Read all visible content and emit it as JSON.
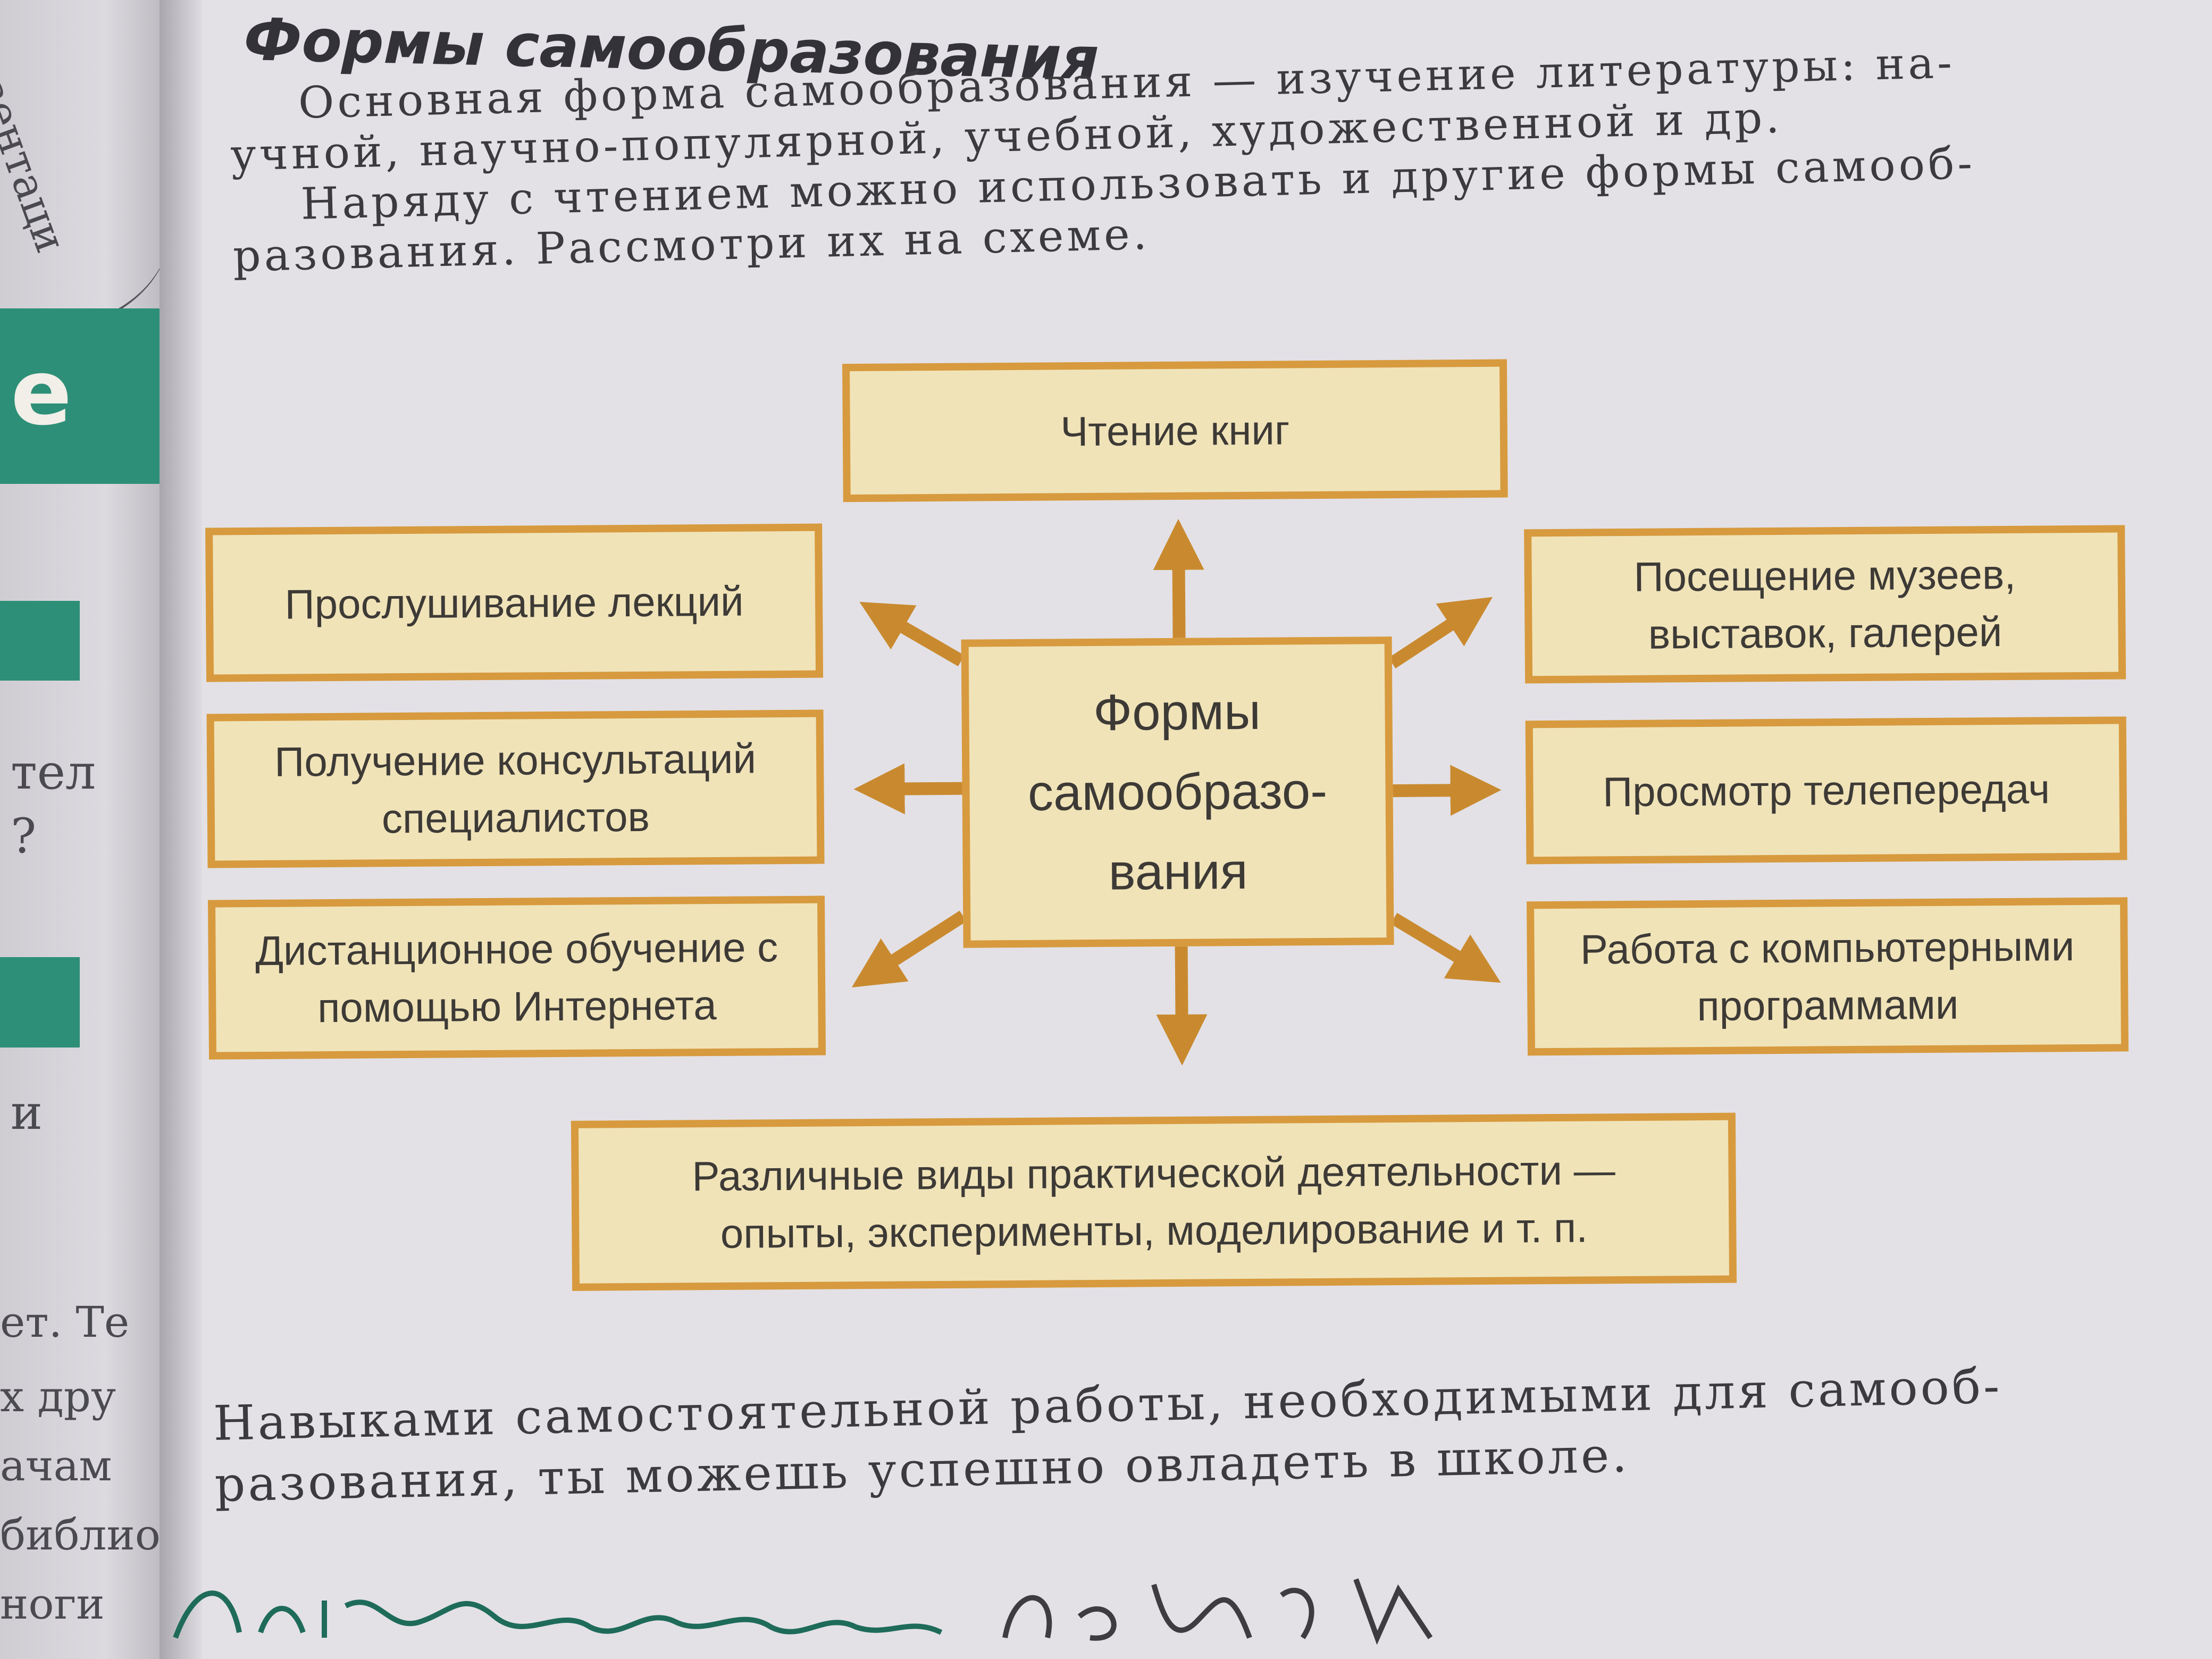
{
  "page": {
    "title": "Формы самообразования",
    "intro_lines": [
      "Основная форма самообразования — изучение литературы: на-",
      "учной, научно-популярной, учебной, художественной и др.",
      "Наряду с чтением можно использовать и другие формы самооб-",
      "разования. Рассмотри их на схеме."
    ],
    "closing_lines": [
      "Навыками самостоятельной работы, необходимыми для самооб-",
      "разования, ты можешь успешно овладеть в школе."
    ]
  },
  "left_page": {
    "fragments": [
      "езентаци",
      "е",
      "тел",
      "?",
      "и",
      "ет. Те",
      "х дру",
      "ачам",
      "библио",
      "ноги"
    ]
  },
  "diagram": {
    "center_lines": [
      "Формы",
      "самообразо-",
      "вания"
    ],
    "top": "Чтение книг",
    "left": [
      "Прослушивание лекций",
      "Получение консультаций специалистов",
      "Дистанционное обучение с помощью Интернета"
    ],
    "right": [
      "Посещение музеев, выставок, галерей",
      "Просмотр телепередач",
      "Работа с компьютерными программами"
    ],
    "bottom_lines": [
      "Различные виды практической деятельности —",
      "опыты, эксперименты, моделирование и т. п."
    ]
  },
  "colors": {
    "box_fill": "#f0e3b8",
    "box_border": "#d79a3e",
    "arrow": "#c98a2f",
    "accent_green": "#2e8f78",
    "paper": "#e3e1e6"
  }
}
